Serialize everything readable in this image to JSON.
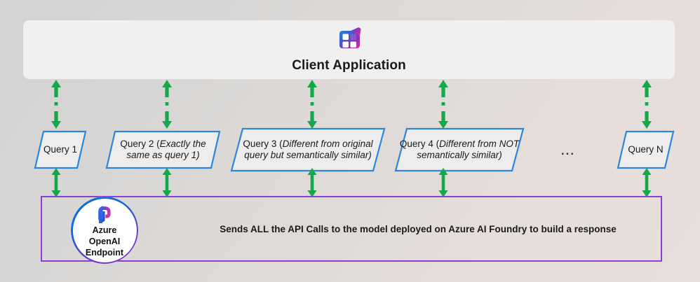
{
  "diagram": {
    "client_app": {
      "title": "Client Application",
      "icon": "copilot-grid-icon"
    },
    "queries": [
      {
        "id": "query-1",
        "head": "Query 1",
        "note": ""
      },
      {
        "id": "query-2",
        "head": "Query 2 (",
        "note": "Exactly the same as query 1)"
      },
      {
        "id": "query-3",
        "head": "Query 3 (",
        "note": "Different from original query but semantically similar)"
      },
      {
        "id": "query-4",
        "head": "Query 4 (",
        "note": "Different from NOT semantically similar)"
      },
      {
        "id": "query-n",
        "head": "Query N",
        "note": ""
      }
    ],
    "ellipsis": "...",
    "endpoint": {
      "badge_label_line1": "Azure",
      "badge_label_line2": "OpenAI",
      "badge_label_line3": "Endpoint",
      "badge_icon": "azure-openai-logo-icon",
      "description": "Sends ALL the API Calls to the model deployed on Azure AI Foundry to build a response"
    },
    "colors": {
      "arrow_green": "#15a84a",
      "query_border_blue": "#2f86d8",
      "panel_purple": "#8b3fce",
      "client_app_bg": "#f0f0f0"
    }
  }
}
